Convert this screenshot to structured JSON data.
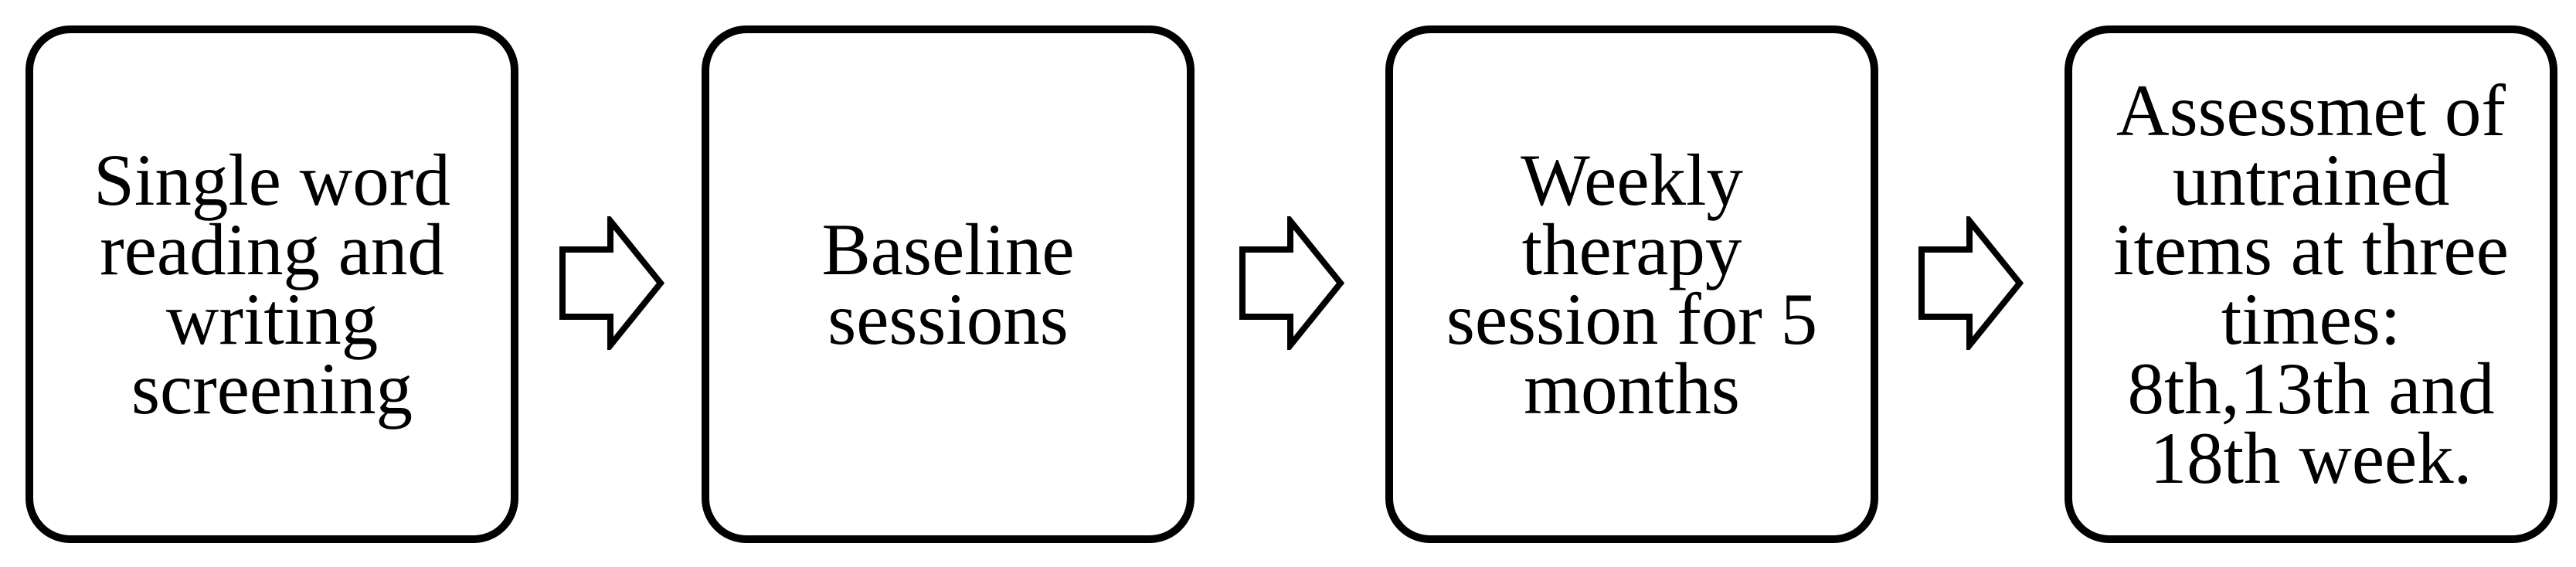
{
  "figure": {
    "type": "flowchart",
    "direction": "left-to-right",
    "background_color": "#ffffff",
    "box_border_color": "#000000",
    "text_color": "#000000",
    "connector_style": "hollow-right-block-arrow",
    "steps": [
      {
        "order": 1,
        "text": "Single word\nreading and\nwriting\nscreening"
      },
      {
        "order": 2,
        "text": "Baseline\nsessions"
      },
      {
        "order": 3,
        "text": "Weekly\ntherapy\nsession for 5\nmonths"
      },
      {
        "order": 4,
        "text": "Assessmet of\nuntrained\nitems at three\ntimes:\n8th,13th and\n18th week."
      }
    ]
  }
}
